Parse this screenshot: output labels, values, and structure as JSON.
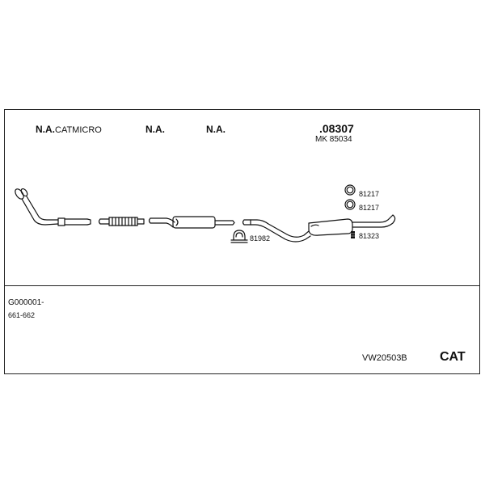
{
  "header": {
    "label_1_prefix": "N.A.",
    "label_1_suffix": "CATMICRO",
    "label_2": "N.A.",
    "label_3": "N.A.",
    "main_part": ".08307",
    "main_part_sub": "MK  85034"
  },
  "parts": {
    "ring_1": "81217",
    "ring_2": "81217",
    "clamp": "81982",
    "rubber_mount": "81323"
  },
  "footer": {
    "code_line_1": "G000001-",
    "code_line_2": "661-662",
    "system_id": "VW20503B",
    "type": "CAT"
  },
  "colors": {
    "ink": "#111111",
    "frame": "#222222"
  }
}
